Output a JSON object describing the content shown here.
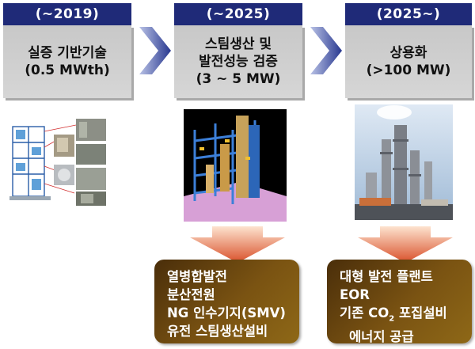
{
  "stages": [
    {
      "period": "(~2019)",
      "lines": [
        "실증 기반기술",
        "(0.5 MWth)"
      ]
    },
    {
      "period": "(~2025)",
      "lines": [
        "스팀생산 및",
        "발전성능 검증",
        "(3 ~ 5 MW)"
      ]
    },
    {
      "period": "(2025~)",
      "lines": [
        "상용화",
        "(>100 MW)"
      ]
    }
  ],
  "results": [
    {
      "lines": [
        "열병합발전",
        "분산전원",
        "NG 인수기지(SMV)",
        "유전 스팀생산설비"
      ]
    },
    {
      "line1": "대형 발전 플랜트",
      "line2": "EOR",
      "line3_prefix": "기존 CO",
      "line3_sub": "2",
      "line3_suffix": " 포집설비",
      "line4": "에너지 공급"
    }
  ],
  "colors": {
    "header_bg": "#1f2a78",
    "box_bg": "#cfcfcf",
    "result_bg": "#7a5312",
    "arrow_blue": "#2f3f9a",
    "arrow_orange": "#d9502a"
  }
}
